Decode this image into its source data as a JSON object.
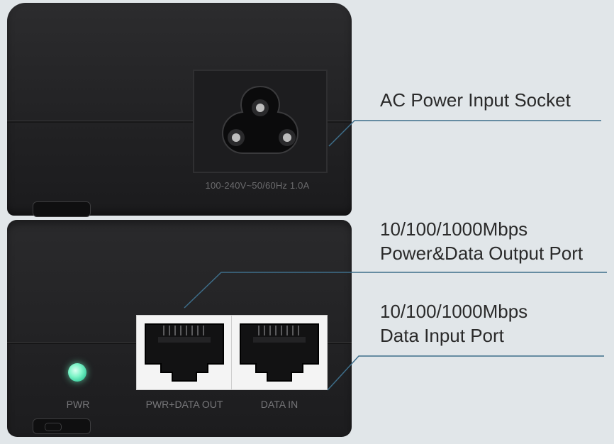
{
  "ac_socket": {
    "rating_label": "100-240V~50/60Hz 1.0A",
    "callout": "AC Power Input Socket"
  },
  "led": {
    "label": "PWR",
    "color": "#7ef5c8"
  },
  "ports": {
    "output": {
      "label": "PWR+DATA OUT",
      "callout_line1": "10/100/1000Mbps",
      "callout_line2": "Power&Data Output Port"
    },
    "input": {
      "label": "DATA IN",
      "callout_line1": "10/100/1000Mbps",
      "callout_line2": "Data Input Port"
    }
  },
  "colors": {
    "device_body": "#222224",
    "leader_line": "#3e6e8a",
    "background": "#e1e6e9"
  }
}
